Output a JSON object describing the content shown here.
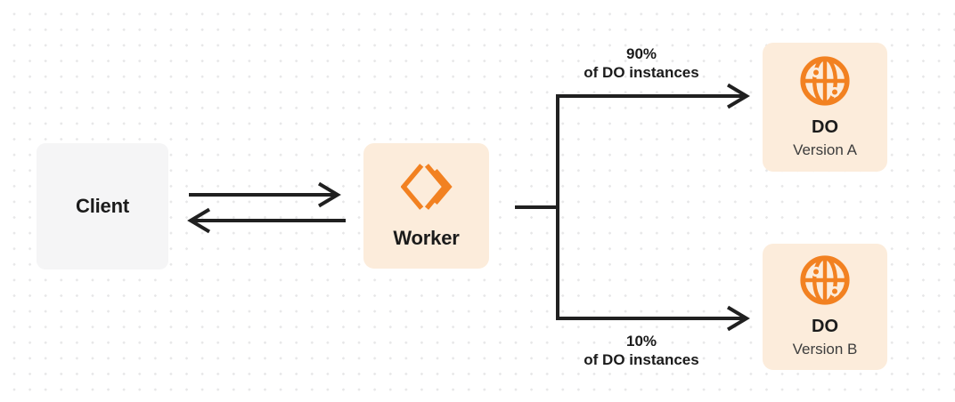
{
  "colors": {
    "background": "#FFFFFF",
    "dot_grid": "#E7E7E8",
    "node_cream": "#FCECDB",
    "node_gray": "#F5F5F6",
    "accent_orange": "#F28121",
    "line_dark": "#202020",
    "text_primary": "#1B1B1B",
    "text_secondary": "#3D3D3D"
  },
  "nodes": {
    "client": {
      "label": "Client"
    },
    "worker": {
      "label": "Worker",
      "icon": "cloudflare-workers-icon"
    },
    "do_version_a": {
      "title": "DO",
      "subtitle": "Version A",
      "icon": "globe-icon"
    },
    "do_version_b": {
      "title": "DO",
      "subtitle": "Version B",
      "icon": "globe-icon"
    }
  },
  "edge_labels": {
    "top": {
      "line1": "90%",
      "line2": "of DO instances"
    },
    "bottom": {
      "line1": "10%",
      "line2": "of DO instances"
    }
  }
}
